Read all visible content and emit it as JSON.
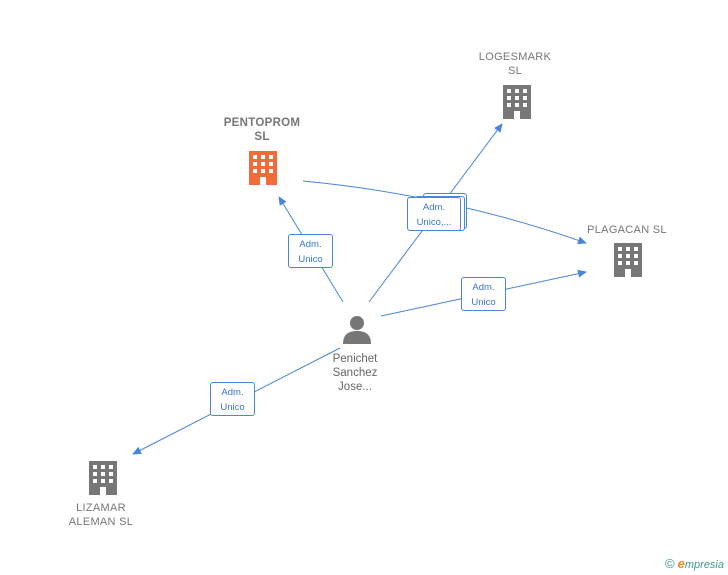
{
  "nodes": {
    "pentoprom": {
      "label": "PENTOPROM\nSL",
      "icon": "building-icon",
      "color": "#f26b3a"
    },
    "logesmark": {
      "label": "LOGESMARK\nSL",
      "icon": "building-icon",
      "color": "#777777"
    },
    "plagacan": {
      "label": "PLAGACAN  SL",
      "icon": "building-icon",
      "color": "#777777"
    },
    "lizamar": {
      "label": "LIZAMAR\nALEMAN SL",
      "icon": "building-icon",
      "color": "#777777"
    },
    "person": {
      "label": "Penichet\nSanchez\nJose...",
      "icon": "person-icon",
      "color": "#777777"
    }
  },
  "edges": {
    "to_pentoprom": "Adm.\nUnico",
    "to_logesmark_plagacan": "Adm.\nUnico,...",
    "to_plagacan": "Adm.\nUnico",
    "to_lizamar": "Adm.\nUnico"
  },
  "colors": {
    "edge": "#4a86d8",
    "building": "#777777",
    "highlight": "#f26b3a"
  },
  "footer": {
    "copyright": "©",
    "brand_initial": "e",
    "brand_rest": "mpresia"
  }
}
